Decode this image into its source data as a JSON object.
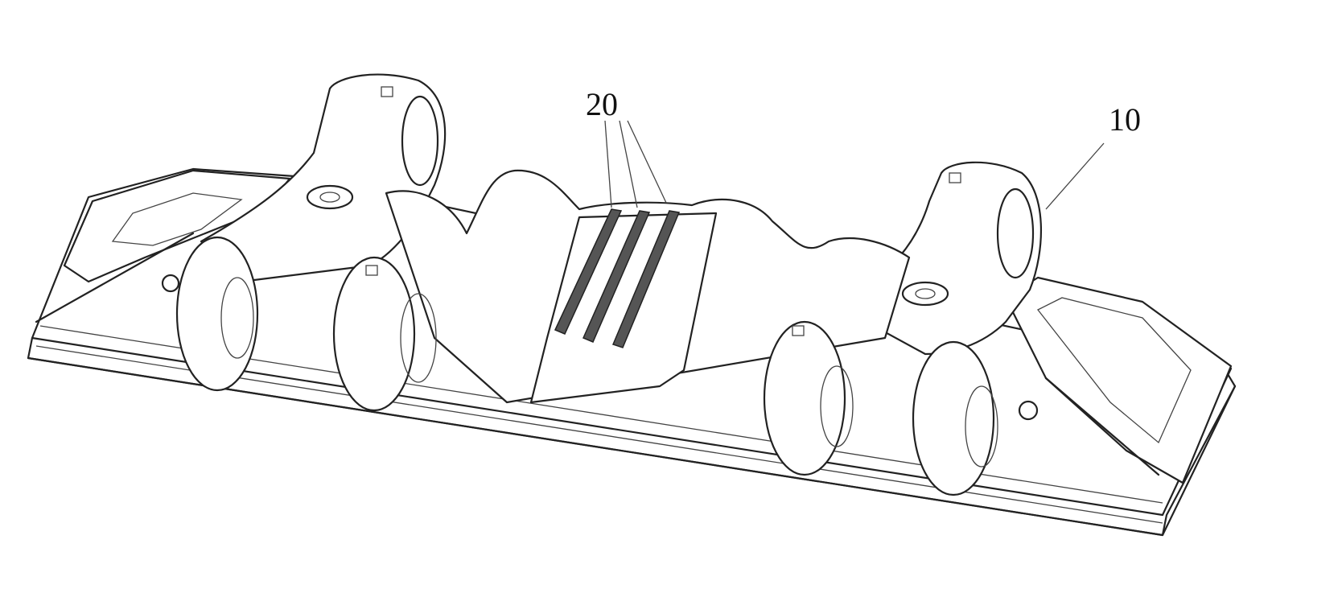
{
  "figure": {
    "labels": [
      {
        "id": "track-shoe-body",
        "text": "10"
      },
      {
        "id": "grooves",
        "text": "20"
      }
    ]
  },
  "colors": {
    "line": "#222222",
    "background": "#ffffff"
  }
}
